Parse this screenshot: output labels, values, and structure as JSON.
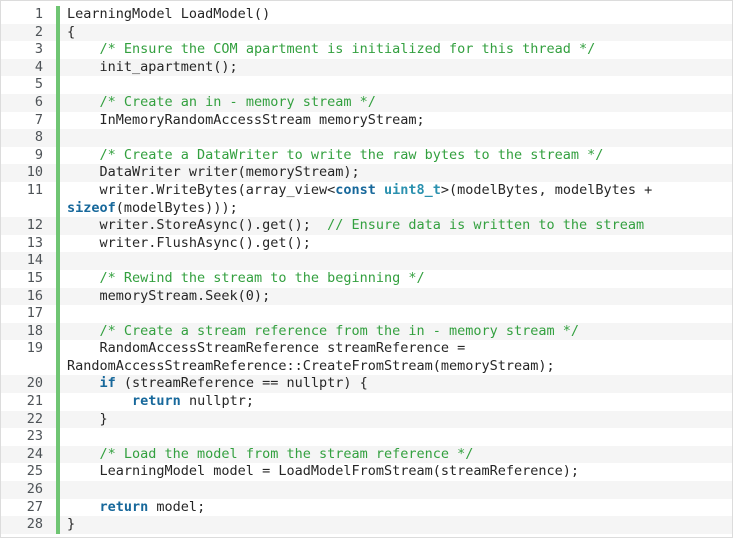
{
  "editor": {
    "language": "cpp",
    "colors": {
      "background": "#ffffff",
      "stripe": "#f5f5f5",
      "border": "#dcdcdc",
      "gutter_bar": "#6fc573",
      "line_number": "#4e5357",
      "text": "#262626",
      "comment": "#33a03f",
      "keyword": "#17689b",
      "type": "#2b91af"
    },
    "rows": [
      {
        "num": "1",
        "shade": false,
        "segs": [
          [
            "plain",
            "LearningModel LoadModel()"
          ]
        ]
      },
      {
        "num": "2",
        "shade": true,
        "segs": [
          [
            "plain",
            "{"
          ]
        ]
      },
      {
        "num": "3",
        "shade": false,
        "segs": [
          [
            "plain",
            "    "
          ],
          [
            "comment",
            "/* Ensure the COM apartment is initialized for this thread */"
          ]
        ]
      },
      {
        "num": "4",
        "shade": true,
        "segs": [
          [
            "plain",
            "    init_apartment();"
          ]
        ]
      },
      {
        "num": "5",
        "shade": false,
        "segs": []
      },
      {
        "num": "6",
        "shade": true,
        "segs": [
          [
            "plain",
            "    "
          ],
          [
            "comment",
            "/* Create an in - memory stream */"
          ]
        ]
      },
      {
        "num": "7",
        "shade": false,
        "segs": [
          [
            "plain",
            "    InMemoryRandomAccessStream memoryStream;"
          ]
        ]
      },
      {
        "num": "8",
        "shade": true,
        "segs": []
      },
      {
        "num": "9",
        "shade": false,
        "segs": [
          [
            "plain",
            "    "
          ],
          [
            "comment",
            "/* Create a DataWriter to write the raw bytes to the stream */"
          ]
        ]
      },
      {
        "num": "10",
        "shade": true,
        "segs": [
          [
            "plain",
            "    DataWriter writer(memoryStream);"
          ]
        ]
      },
      {
        "num": "11",
        "shade": false,
        "segs": [
          [
            "plain",
            "    writer.WriteBytes(array_view<"
          ],
          [
            "keyword",
            "const"
          ],
          [
            "plain",
            " "
          ],
          [
            "type",
            "uint8_t"
          ],
          [
            "plain",
            ">(modelBytes, modelBytes +"
          ]
        ]
      },
      {
        "num": "",
        "shade": false,
        "segs": [
          [
            "keyword",
            "sizeof"
          ],
          [
            "plain",
            "(modelBytes)));"
          ]
        ]
      },
      {
        "num": "12",
        "shade": true,
        "segs": [
          [
            "plain",
            "    writer.StoreAsync().get();  "
          ],
          [
            "comment",
            "// Ensure data is written to the stream"
          ]
        ]
      },
      {
        "num": "13",
        "shade": false,
        "segs": [
          [
            "plain",
            "    writer.FlushAsync().get();"
          ]
        ]
      },
      {
        "num": "14",
        "shade": true,
        "segs": []
      },
      {
        "num": "15",
        "shade": false,
        "segs": [
          [
            "plain",
            "    "
          ],
          [
            "comment",
            "/* Rewind the stream to the beginning */"
          ]
        ]
      },
      {
        "num": "16",
        "shade": true,
        "segs": [
          [
            "plain",
            "    memoryStream.Seek(0);"
          ]
        ]
      },
      {
        "num": "17",
        "shade": false,
        "segs": []
      },
      {
        "num": "18",
        "shade": true,
        "segs": [
          [
            "plain",
            "    "
          ],
          [
            "comment",
            "/* Create a stream reference from the in - memory stream */"
          ]
        ]
      },
      {
        "num": "19",
        "shade": false,
        "segs": [
          [
            "plain",
            "    RandomAccessStreamReference streamReference ="
          ]
        ]
      },
      {
        "num": "",
        "shade": false,
        "segs": [
          [
            "plain",
            "RandomAccessStreamReference::CreateFromStream(memoryStream);"
          ]
        ]
      },
      {
        "num": "20",
        "shade": true,
        "segs": [
          [
            "plain",
            "    "
          ],
          [
            "keyword",
            "if"
          ],
          [
            "plain",
            " (streamReference == nullptr) {"
          ]
        ]
      },
      {
        "num": "21",
        "shade": false,
        "segs": [
          [
            "plain",
            "        "
          ],
          [
            "keyword",
            "return"
          ],
          [
            "plain",
            " nullptr;"
          ]
        ]
      },
      {
        "num": "22",
        "shade": true,
        "segs": [
          [
            "plain",
            "    }"
          ]
        ]
      },
      {
        "num": "23",
        "shade": false,
        "segs": []
      },
      {
        "num": "24",
        "shade": true,
        "segs": [
          [
            "plain",
            "    "
          ],
          [
            "comment",
            "/* Load the model from the stream reference */"
          ]
        ]
      },
      {
        "num": "25",
        "shade": false,
        "segs": [
          [
            "plain",
            "    LearningModel model = LoadModelFromStream(streamReference);"
          ]
        ]
      },
      {
        "num": "26",
        "shade": true,
        "segs": []
      },
      {
        "num": "27",
        "shade": false,
        "segs": [
          [
            "plain",
            "    "
          ],
          [
            "keyword",
            "return"
          ],
          [
            "plain",
            " model;"
          ]
        ]
      },
      {
        "num": "28",
        "shade": true,
        "segs": [
          [
            "plain",
            "}"
          ]
        ]
      }
    ]
  }
}
